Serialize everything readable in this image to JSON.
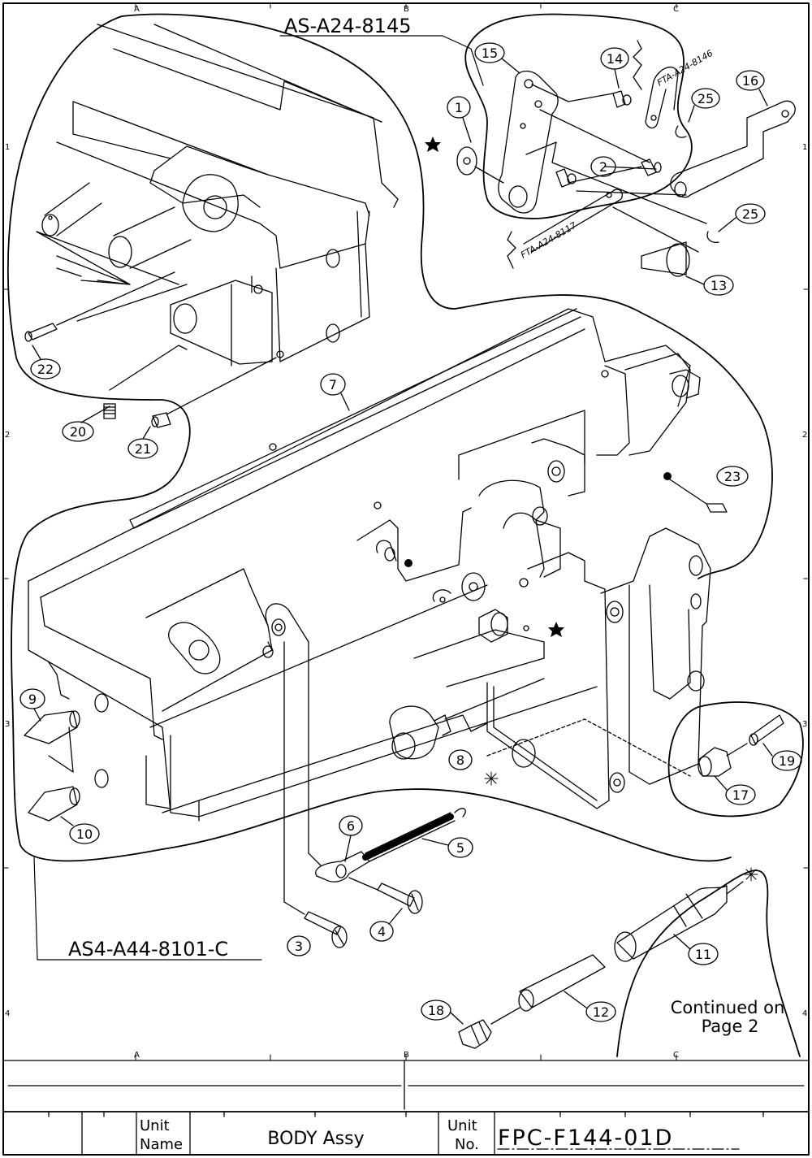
{
  "assemblies": {
    "top": "AS-A24-8145",
    "left": "AS4-A44-8101-C"
  },
  "sub_parts": {
    "upper": "FTA-A24-8146",
    "lower": "FTA-A24-8117"
  },
  "grid": {
    "columns": [
      "A",
      "B",
      "C"
    ],
    "rows": [
      "1",
      "2",
      "3",
      "4"
    ]
  },
  "callouts": [
    "1",
    "2",
    "3",
    "4",
    "5",
    "6",
    "7",
    "8",
    "9",
    "10",
    "11",
    "12",
    "13",
    "14",
    "15",
    "16",
    "17",
    "18",
    "19",
    "20",
    "21",
    "22",
    "23",
    "25"
  ],
  "continued_note": {
    "line1": "Continued on",
    "line2": "Page 2"
  },
  "title_block": {
    "unit_name_label_1": "Unit",
    "unit_name_label_2": "Name",
    "unit_name": "BODY Assy",
    "unit_no_label_1": "Unit",
    "unit_no_label_2": "No.",
    "unit_no": "FPC-F144-01D"
  },
  "symbols": [
    "star-icon",
    "asterisk-icon",
    "dot-icon"
  ]
}
